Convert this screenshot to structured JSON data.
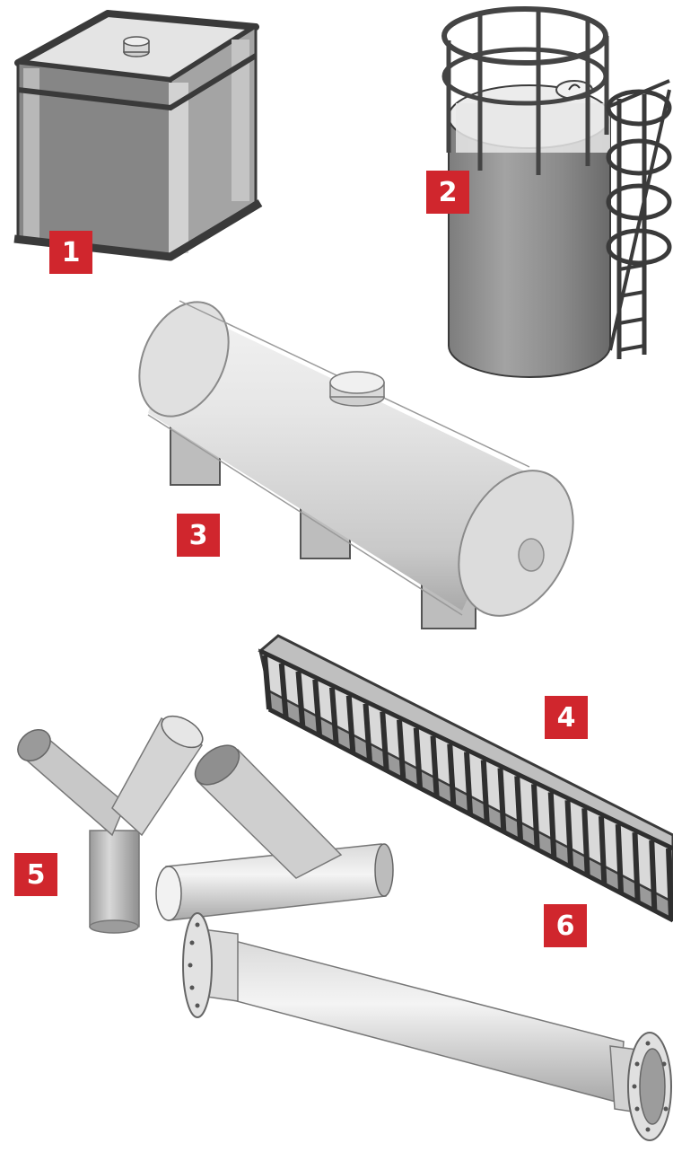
{
  "badge_color": "#d0262d",
  "items": [
    {
      "label": "1",
      "icon": "rectangular-tank-icon"
    },
    {
      "label": "2",
      "icon": "vertical-cylindrical-tank-icon"
    },
    {
      "label": "3",
      "icon": "horizontal-cylindrical-tank-icon"
    },
    {
      "label": "4",
      "icon": "open-channel-trough-icon"
    },
    {
      "label": "5",
      "icon": "pipe-fittings-icon"
    },
    {
      "label": "6",
      "icon": "flanged-pipe-spool-icon"
    }
  ]
}
